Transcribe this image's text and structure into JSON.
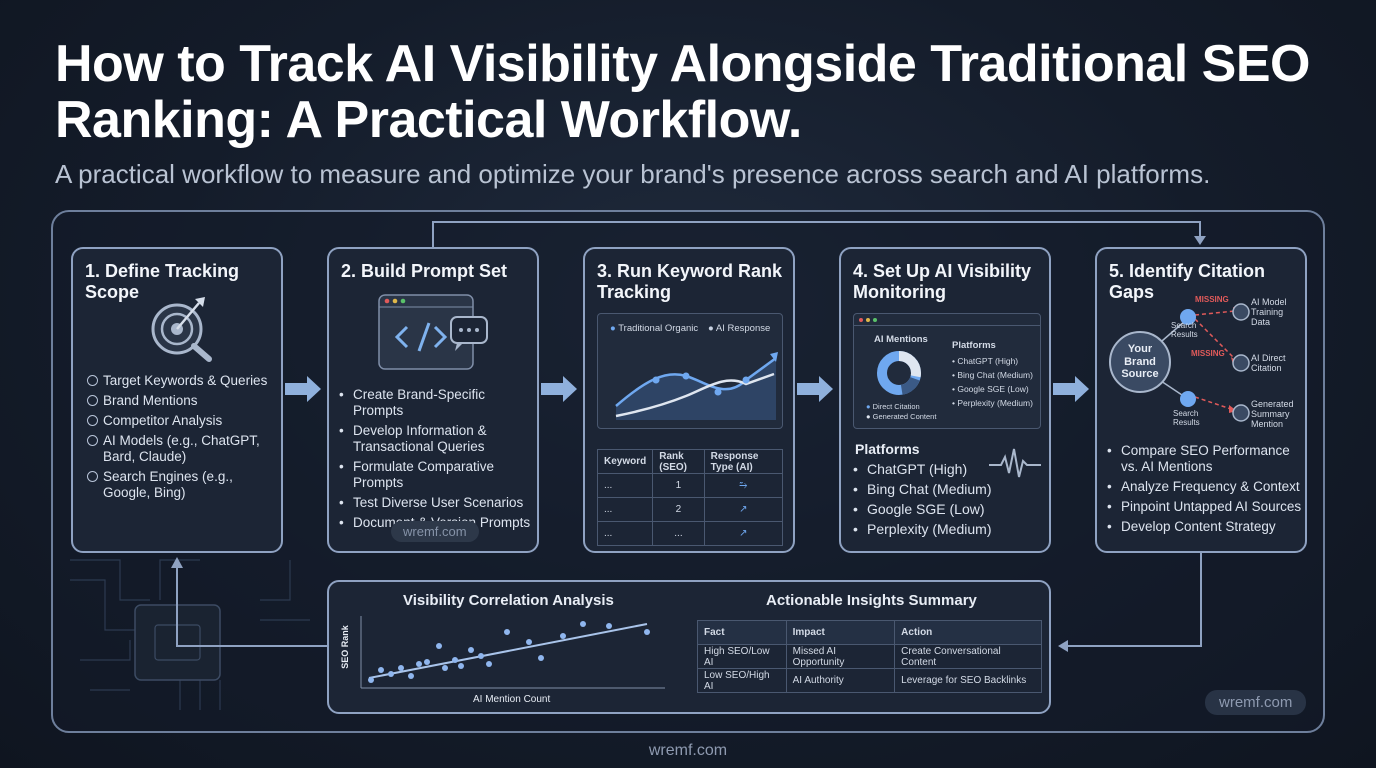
{
  "title": "How to Track AI Visibility Alongside Traditional SEO Ranking: A Practical Workflow.",
  "subtitle": "A practical workflow to measure and optimize your brand's presence across search and AI platforms.",
  "step1": {
    "title": "1. Define Tracking Scope",
    "items": [
      "Target Keywords & Queries",
      "Brand Mentions",
      "Competitor Analysis",
      "AI Models (e.g., ChatGPT, Bard, Claude)",
      "Search Engines (e.g., Google, Bing)"
    ]
  },
  "step2": {
    "title": "2. Build Prompt Set",
    "items": [
      "Create Brand-Specific Prompts",
      "Develop Information & Transactional Queries",
      "Formulate Comparative Prompts",
      "Test Diverse User Scenarios",
      "Document & Version Prompts"
    ],
    "watermark": "wremf.com"
  },
  "step3": {
    "title": "3. Run Keyword Rank Tracking",
    "legend": [
      "Traditional Organic",
      "AI Response"
    ],
    "table": {
      "headers": [
        "Keyword",
        "Rank (SEO)",
        "Response Type (AI)"
      ],
      "rows": [
        [
          "...",
          "1"
        ],
        [
          "...",
          "2"
        ],
        [
          "...",
          "..."
        ]
      ]
    }
  },
  "step4": {
    "title": "4. Set Up AI Visibility Monitoring",
    "donut_title": "AI Mentions",
    "donut_legend": [
      "Direct Citation",
      "Generated Content"
    ],
    "mini_platforms_title": "Platforms",
    "mini_platforms": [
      "ChatGPT (High)",
      "Bing Chat (Medium)",
      "Google SGE (Low)",
      "Perplexity (Medium)"
    ],
    "platforms_title": "Platforms",
    "platforms": [
      "ChatGPT (High)",
      "Bing Chat (Medium)",
      "Google SGE (Low)",
      "Perplexity (Medium)"
    ]
  },
  "step5": {
    "title": "5. Identify Citation Gaps",
    "source": "Your Brand Source",
    "nodes": [
      "Search Results",
      "Search Results"
    ],
    "missing": [
      "MISSING",
      "MISSING"
    ],
    "targets": [
      "AI Model Training Data",
      "AI Direct Citation",
      "Generated Summary Mention"
    ],
    "items": [
      "Compare SEO Performance vs. AI Mentions",
      "Analyze Frequency & Context",
      "Pinpoint Untapped AI Sources",
      "Develop Content Strategy"
    ]
  },
  "correlation": {
    "title": "Visibility Correlation Analysis",
    "xlabel": "AI Mention Count",
    "ylabel": "SEO Rank"
  },
  "insights": {
    "title": "Actionable Insights Summary",
    "headers": [
      "Fact",
      "Impact",
      "Action"
    ],
    "rows": [
      [
        "High SEO/Low AI",
        "Missed AI Opportunity",
        "Create Conversational Content"
      ],
      [
        "Low SEO/High AI",
        "AI Authority",
        "Leverage for SEO Backlinks"
      ]
    ]
  },
  "watermark_right": "wremf.com",
  "footer": "wremf.com",
  "colors": {
    "accent": "#6fa8f0",
    "missing": "#e05a5a",
    "card_border": "#8fa2c2"
  }
}
